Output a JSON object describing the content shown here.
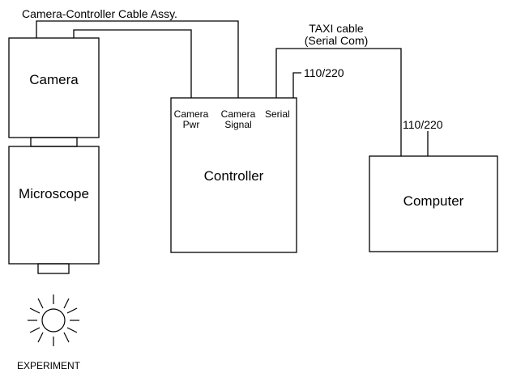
{
  "diagram": {
    "camera_label": "Camera",
    "microscope_label": "Microscope",
    "controller_label": "Controller",
    "computer_label": "Computer",
    "experiment_label": "EXPERIMENT",
    "camera_cable_label": "Camera-Controller Cable Assy.",
    "taxi_cable_label_line1": "TAXI cable",
    "taxi_cable_label_line2": "(Serial Com)",
    "controller_power_label": "110/220",
    "computer_power_label": "110/220",
    "ports": {
      "camera_pwr_line1": "Camera",
      "camera_pwr_line2": "Pwr",
      "camera_signal_line1": "Camera",
      "camera_signal_line2": "Signal",
      "serial": "Serial"
    }
  }
}
